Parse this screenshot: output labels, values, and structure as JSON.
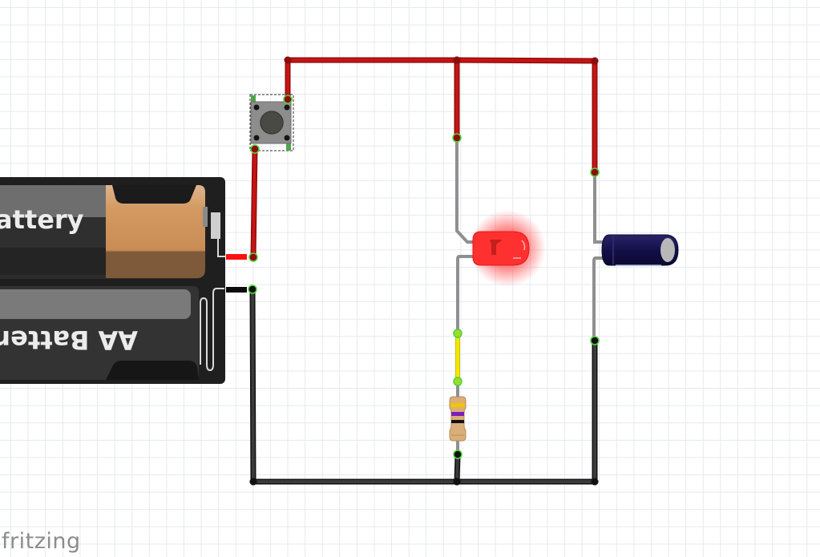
{
  "app": {
    "watermark": "fritzing",
    "view": "breadboard"
  },
  "colors": {
    "grid": "#e6e9ee",
    "wire_red": "#c81414",
    "wire_red_dark": "#8e0c0c",
    "wire_black": "#3b3b3b",
    "wire_black_dark": "#111111",
    "leg_gray": "#8f8f8f",
    "wire_yellow": "#f0e800",
    "connector_green": "#4fd13c",
    "led_red": "#ff2b2b",
    "capacitor_body": "#17134a"
  },
  "components": {
    "battery": {
      "name": "2x AA Battery holder",
      "label_top": "Battery",
      "label_top_visible": "attery",
      "label_bottom": "AA Batten",
      "label_bottom_visible": "AA Batter"
    },
    "pushbutton": {
      "name": "Pushbutton",
      "selected": true
    },
    "led": {
      "name": "Red LED",
      "color": "red",
      "lit": true
    },
    "resistor": {
      "name": "Resistor",
      "bands": [
        "#f3c400",
        "#7d1fb5",
        "#111111",
        "#c9a062"
      ]
    },
    "capacitor": {
      "name": "Electrolytic Capacitor"
    }
  },
  "wires": [
    {
      "id": "w1",
      "color": "red",
      "points": [
        [
          316,
          321
        ],
        [
          318,
          186
        ]
      ]
    },
    {
      "id": "w2",
      "color": "red",
      "points": [
        [
          359,
          124
        ],
        [
          359,
          75
        ]
      ]
    },
    {
      "id": "w3",
      "color": "red",
      "points": [
        [
          359,
          75
        ],
        [
          570,
          75
        ]
      ]
    },
    {
      "id": "w4",
      "color": "red",
      "points": [
        [
          570,
          75
        ],
        [
          742,
          76
        ]
      ]
    },
    {
      "id": "w5",
      "color": "red",
      "points": [
        [
          570,
          75
        ],
        [
          570,
          172
        ]
      ]
    },
    {
      "id": "w6",
      "color": "red",
      "points": [
        [
          742,
          76
        ],
        [
          742,
          215
        ]
      ]
    },
    {
      "id": "w7",
      "color": "yellow",
      "points": [
        [
          571,
          416
        ],
        [
          571,
          476
        ]
      ]
    },
    {
      "id": "w8",
      "color": "black",
      "points": [
        [
          315,
          361
        ],
        [
          316,
          601
        ]
      ]
    },
    {
      "id": "w9",
      "color": "black",
      "points": [
        [
          316,
          601
        ],
        [
          570,
          601
        ]
      ]
    },
    {
      "id": "w10",
      "color": "black",
      "points": [
        [
          570,
          601
        ],
        [
          742,
          601
        ]
      ]
    },
    {
      "id": "w11",
      "color": "black",
      "points": [
        [
          571,
          567
        ],
        [
          570,
          601
        ]
      ]
    },
    {
      "id": "w12",
      "color": "black",
      "points": [
        [
          742,
          425
        ],
        [
          742,
          601
        ]
      ]
    }
  ]
}
